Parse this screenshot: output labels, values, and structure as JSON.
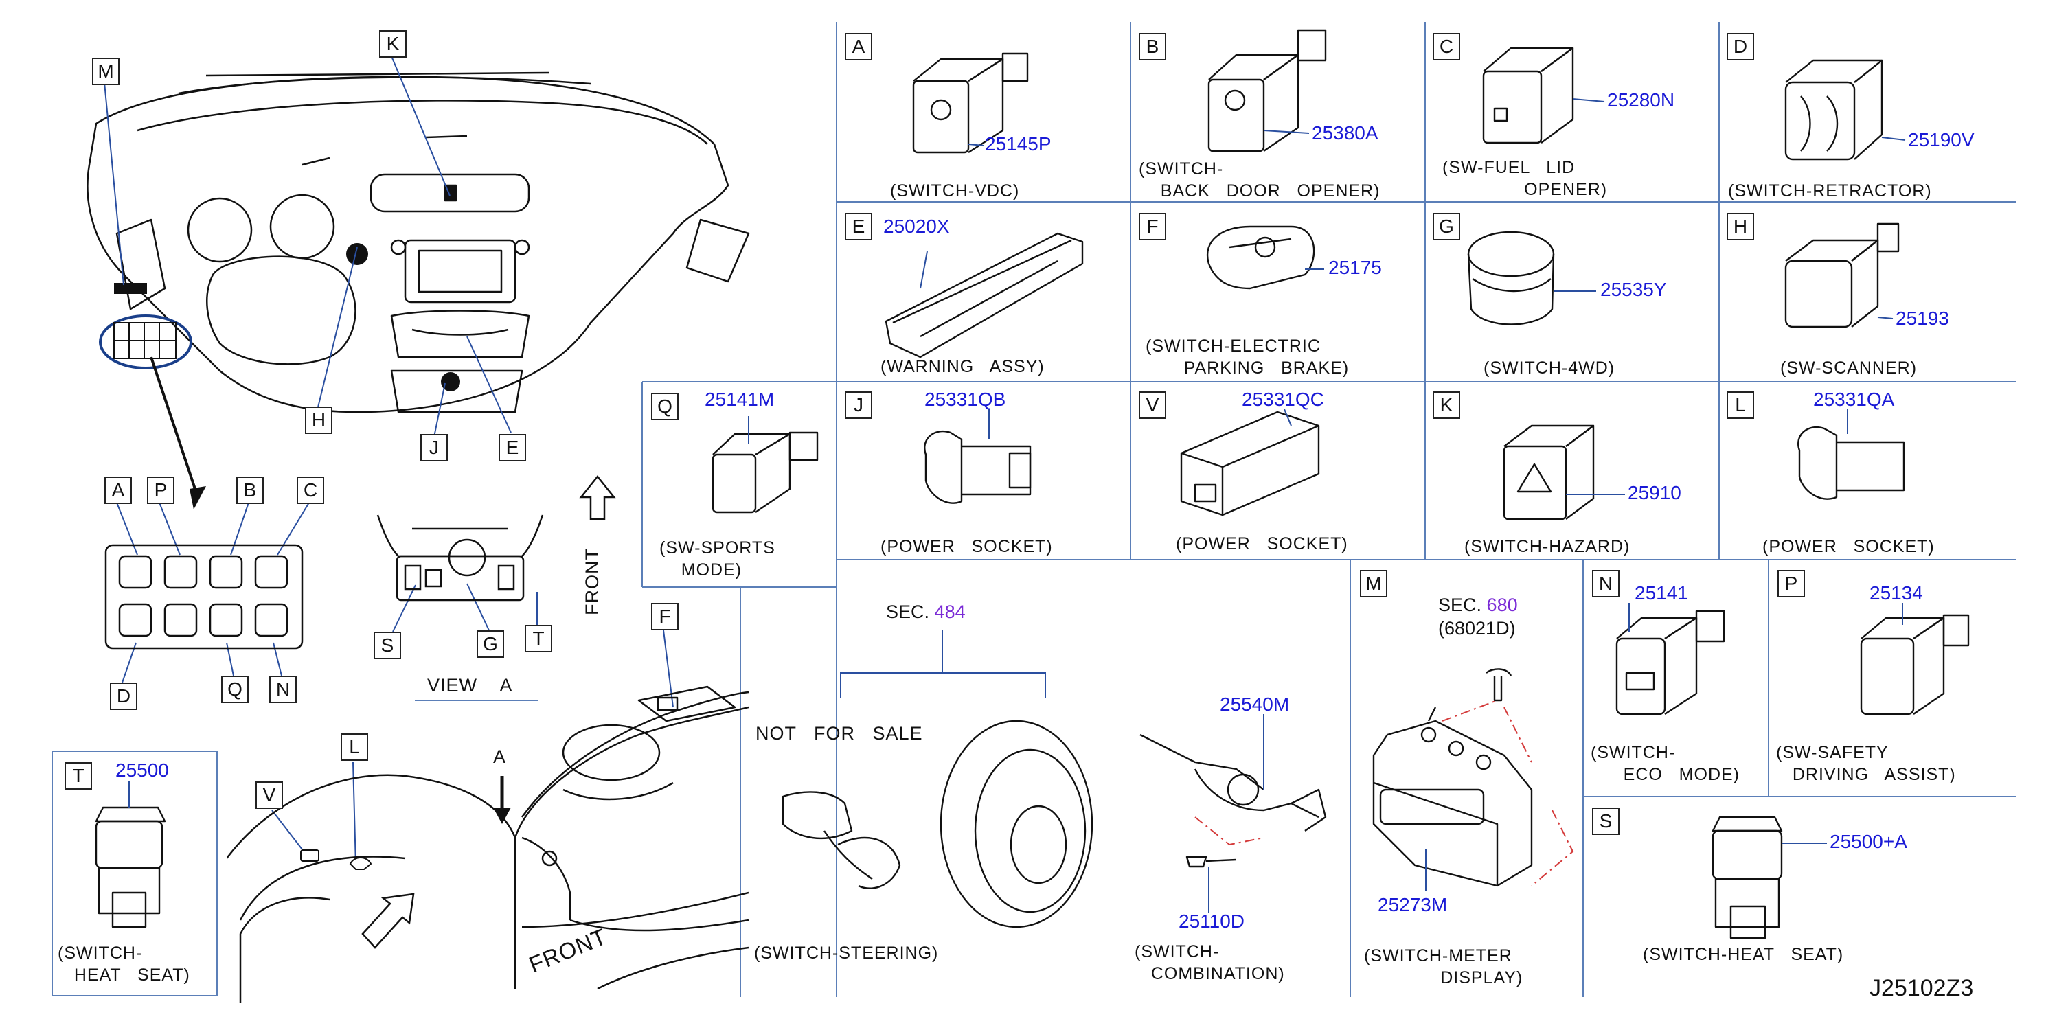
{
  "diagram_id": "J25102Z3",
  "overview": {
    "callouts": [
      "M",
      "K",
      "H",
      "J",
      "E"
    ],
    "detail_callouts_top": [
      "A",
      "P",
      "B",
      "C"
    ],
    "detail_callouts_bottom": [
      "D",
      "Q",
      "N"
    ],
    "view_a": {
      "label": "VIEW",
      "letter": "A",
      "callouts": [
        "S",
        "G",
        "T"
      ]
    },
    "front_label": "FRONT",
    "console_callouts": [
      "F",
      "V",
      "L"
    ],
    "arrow_letter": "A",
    "front_label_bottom": "FRONT"
  },
  "panels": [
    {
      "key": "A",
      "pn": "25145P",
      "desc": "(SWITCH-VDC)"
    },
    {
      "key": "B",
      "pn": "25380A",
      "desc": "(SWITCH-\n    BACK   DOOR   OPENER)"
    },
    {
      "key": "C",
      "pn": "25280N",
      "desc": "(SW-FUEL   LID\n               OPENER)"
    },
    {
      "key": "D",
      "pn": "25190V",
      "desc": "(SWITCH-RETRACTOR)"
    },
    {
      "key": "E",
      "pn": "25020X",
      "desc": "(WARNING   ASSY)"
    },
    {
      "key": "F",
      "pn": "25175",
      "desc": "(SWITCH-ELECTRIC\n       PARKING   BRAKE)"
    },
    {
      "key": "G",
      "pn": "25535Y",
      "desc": "(SWITCH-4WD)"
    },
    {
      "key": "H",
      "pn": "25193",
      "desc": "(SW-SCANNER)"
    },
    {
      "key": "Q",
      "pn": "25141M",
      "desc": "(SW-SPORTS\n    MODE)"
    },
    {
      "key": "J",
      "pn": "25331QB",
      "desc": "(POWER   SOCKET)"
    },
    {
      "key": "V",
      "pn": "25331QC",
      "desc": "(POWER   SOCKET)"
    },
    {
      "key": "K",
      "pn": "25910",
      "desc": "(SWITCH-HAZARD)"
    },
    {
      "key": "L",
      "pn": "25331QA",
      "desc": "(POWER   SOCKET)"
    },
    {
      "key": "T",
      "pn": "25500",
      "desc": "(SWITCH-\n   HEAT   SEAT)"
    },
    {
      "key": "M",
      "pn": "25273M",
      "desc": "(SWITCH-METER\n              DISPLAY)"
    },
    {
      "key": "N",
      "pn": "25141",
      "desc": "(SWITCH-\n      ECO   MODE)"
    },
    {
      "key": "P",
      "pn": "25134",
      "desc": "(SW-SAFETY\n   DRIVING   ASSIST)"
    },
    {
      "key": "S",
      "pn": "25500+A",
      "desc": "(SWITCH-HEAT   SEAT)"
    }
  ],
  "steering": {
    "sec_label": "SEC.",
    "sec_num": "484",
    "not_for_sale": "NOT   FOR   SALE",
    "desc": "(SWITCH-STEERING)"
  },
  "combination": {
    "pn": "25540M",
    "screw_pn": "25110D",
    "desc": "(SWITCH-\n   COMBINATION)"
  },
  "meter": {
    "sec_label": "SEC.",
    "sec_num": "680",
    "sec_sub": "(68021D)"
  },
  "colors": {
    "line": "#1a1a1a",
    "part_number": "#1a1ad6",
    "section": "#7a2ad6",
    "divider": "#5b7fb8",
    "highlight": "#1a3f8a"
  }
}
